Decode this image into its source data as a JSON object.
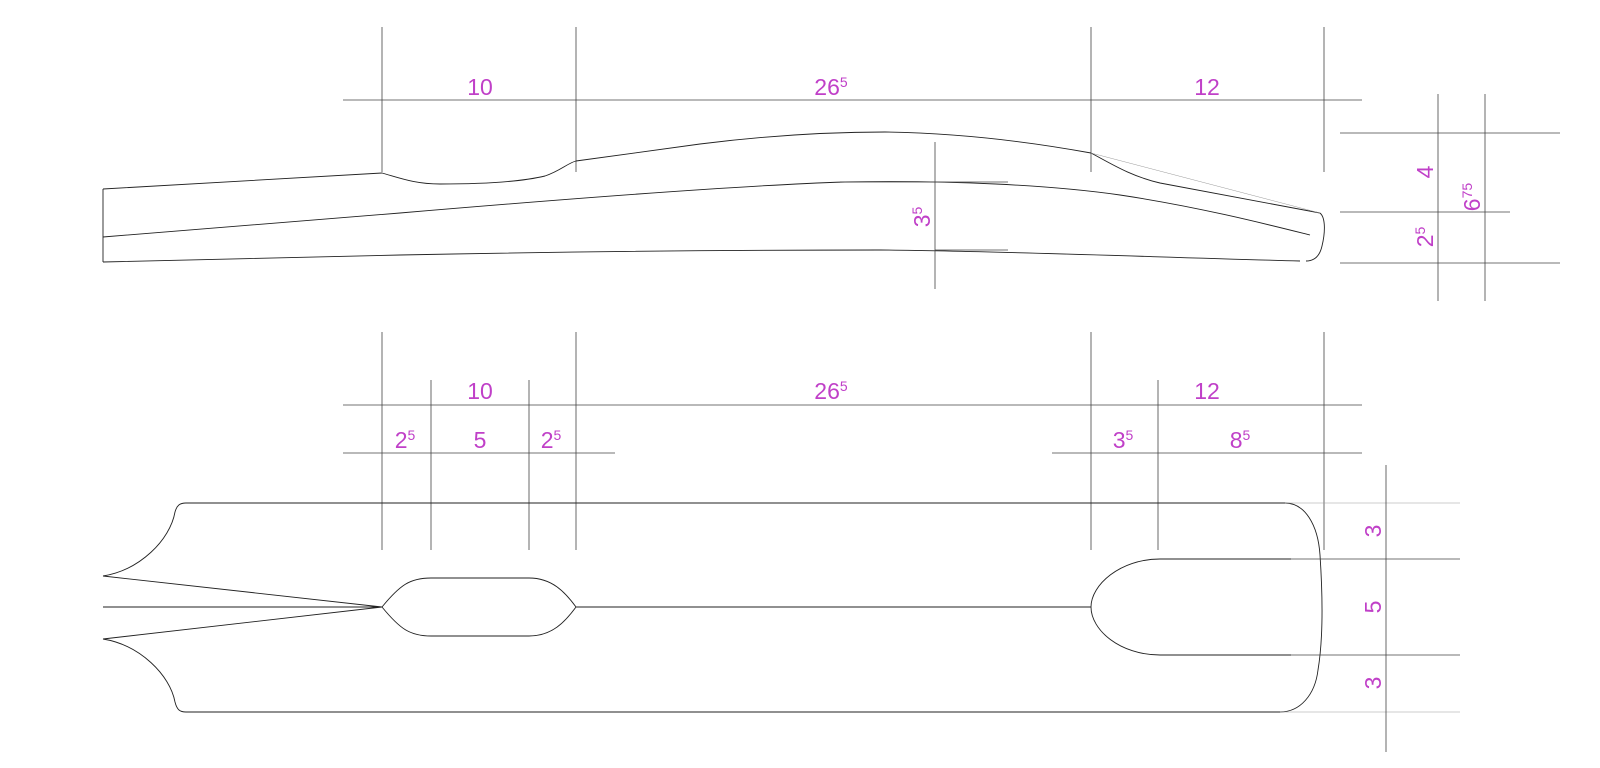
{
  "colors": {
    "dimension_text": "#c040c8",
    "lines": "#222222",
    "background": "#ffffff"
  },
  "side_view": {
    "dimensions": {
      "d1": {
        "main": "10",
        "sup": ""
      },
      "d2": {
        "main": "26",
        "sup": "5"
      },
      "d3": {
        "main": "12",
        "sup": ""
      },
      "height": {
        "main": "3",
        "sup": "5"
      },
      "r_top": {
        "main": "4",
        "sup": ""
      },
      "r_total": {
        "main": "6",
        "sup": "75"
      },
      "r_bottom": {
        "main": "2",
        "sup": "5"
      }
    }
  },
  "top_view": {
    "dimensions": {
      "d1": {
        "main": "10",
        "sup": ""
      },
      "d2": {
        "main": "26",
        "sup": "5"
      },
      "d3": {
        "main": "12",
        "sup": ""
      },
      "s1": {
        "main": "2",
        "sup": "5"
      },
      "s2": {
        "main": "5",
        "sup": ""
      },
      "s3": {
        "main": "2",
        "sup": "5"
      },
      "s4": {
        "main": "3",
        "sup": "5"
      },
      "s5": {
        "main": "8",
        "sup": "5"
      },
      "w1": {
        "main": "3",
        "sup": ""
      },
      "w2": {
        "main": "5",
        "sup": ""
      },
      "w3": {
        "main": "3",
        "sup": ""
      }
    }
  }
}
